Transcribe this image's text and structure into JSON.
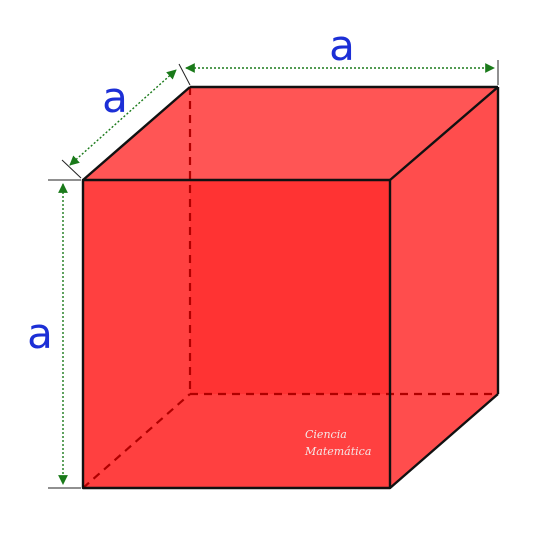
{
  "diagram": {
    "edge_labels": {
      "top": "a",
      "depth": "a",
      "left": "a"
    },
    "watermark": {
      "line1": "Ciencia",
      "line2": "Matemática"
    },
    "colors": {
      "front_face": "#ff3030",
      "side_face": "#ff4d4d",
      "top_face": "#ff5555",
      "back_face": "#ff3a3a",
      "edge": "#111111",
      "hidden_edge": "#b00000",
      "arrow": "#1a7a1a",
      "label": "#1c2fd6",
      "watermark": "#f4e6e6"
    }
  }
}
